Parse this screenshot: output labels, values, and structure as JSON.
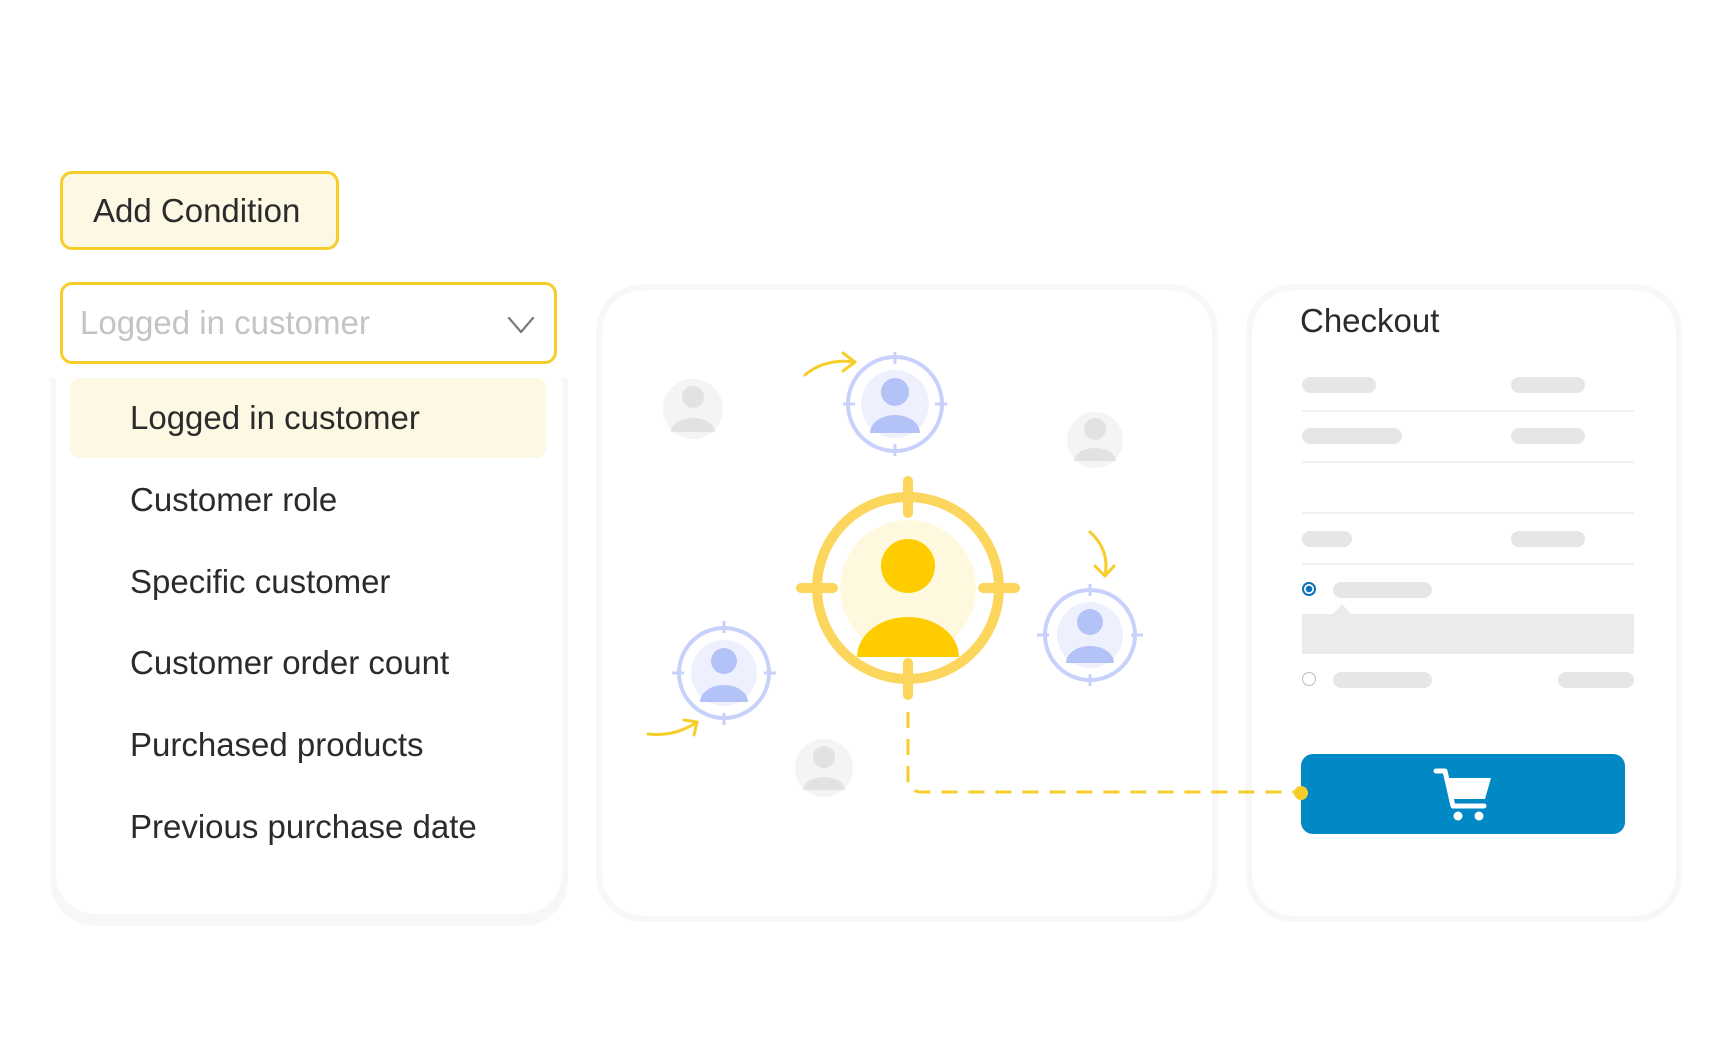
{
  "add_condition": {
    "label": "Add Condition"
  },
  "select": {
    "placeholder": "Logged in customer"
  },
  "dropdown": {
    "items": [
      {
        "label": "Logged in customer",
        "selected": true
      },
      {
        "label": "Customer role",
        "selected": false
      },
      {
        "label": "Specific customer",
        "selected": false
      },
      {
        "label": "Customer order count",
        "selected": false
      },
      {
        "label": "Purchased products",
        "selected": false
      },
      {
        "label": "Previous purchase date",
        "selected": false
      }
    ]
  },
  "checkout": {
    "title": "Checkout",
    "cart_icon": "shopping-cart-icon"
  },
  "colors": {
    "accent_yellow": "#f6cd2a",
    "target_yellow": "#ffcc00",
    "selected_bg": "#fdf8e4",
    "checkout_blue": "#0189c6",
    "avatar_blue": "#b3c2f7"
  }
}
